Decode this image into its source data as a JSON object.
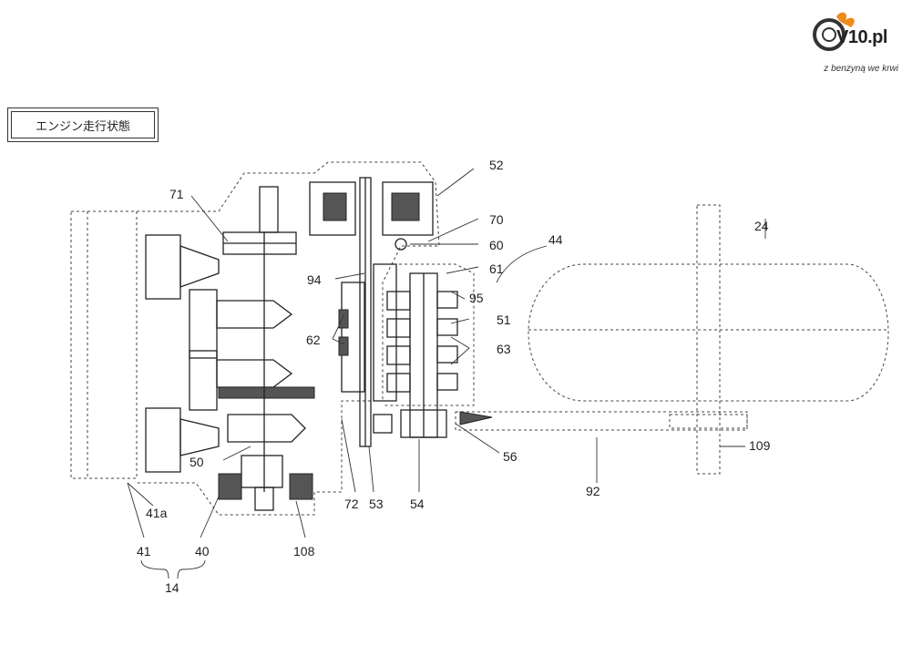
{
  "logo": {
    "brand": "V10.pl",
    "tagline": "z benzyną we krwi"
  },
  "mode_label": "エンジン走行状態",
  "labels": {
    "l52": "52",
    "l71": "71",
    "l70": "70",
    "l60": "60",
    "l44": "44",
    "l24": "24",
    "l61": "61",
    "l94": "94",
    "l95": "95",
    "l51": "51",
    "l62": "62",
    "l63": "63",
    "l56": "56",
    "l50": "50",
    "l109": "109",
    "l92": "92",
    "l41a": "41a",
    "l72": "72",
    "l53": "53",
    "l54": "54",
    "l41": "41",
    "l40": "40",
    "l108": "108",
    "l14": "14"
  },
  "colors": {
    "line": "#222222",
    "logo_flame": "#f08a1c"
  }
}
